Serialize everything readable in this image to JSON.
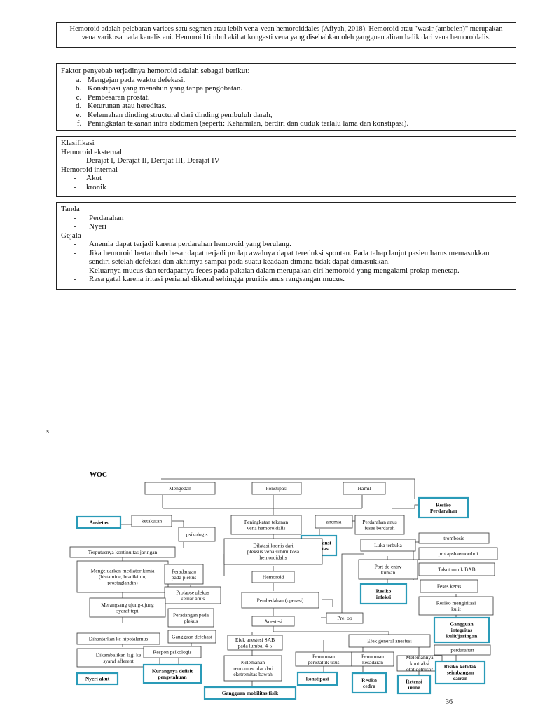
{
  "intro": {
    "text": "Hemoroid adalah pelebaran varices satu segmen atau lebih vena-vean hemoroiddales (Afiyah, 2018). Hemoroid atau \"wasir (ambeien)\" merupakan vena varikosa pada kanalis ani. Hemoroid timbul akibat kongesti vena yang disebabkan oleh gangguan aliran balik dari vena hemoroidalis."
  },
  "causes": {
    "heading": "Faktor penyebab terjadinya hemoroid adalah sebagai berikut:",
    "items": [
      "Mengejan pada waktu defekasi.",
      "Konstipasi yang menahun yang tanpa pengobatan.",
      "Pembesaran prostat.",
      "Keturunan atau hereditas.",
      "Kelemahan dinding structural dari dinding pembuluh darah,",
      "Peningkatan tekanan intra abdomen (seperti: Kehamilan, berdiri dan duduk terlalu lama dan konstipasi)."
    ]
  },
  "klasifikasi": {
    "heading": "Klasifikasi",
    "eksternal_label": "Hemoroid eksternal",
    "eksternal_items": [
      "Derajat I, Derajat II, Derajat III, Derajat IV"
    ],
    "internal_label": "Hemoroid internal",
    "internal_items": [
      "Akut",
      "kronik"
    ]
  },
  "tanda_gejala": {
    "tanda_label": "Tanda",
    "tanda_items": [
      "Perdarahan",
      "Nyeri"
    ],
    "gejala_label": "Gejala",
    "gejala_items": [
      "Anemia dapat terjadi karena perdarahan hemoroid yang berulang.",
      "Jika hemoroid bertambah besar dapat terjadi prolap awalnya dapat tereduksi spontan. Pada tahap lanjut pasien harus memasukkan sendiri setelah defekasi dan akhirnya sampai pada suatu keadaan dimana tidak dapat dimasukkan.",
      "Keluarnya mucus dan terdapatnya feces pada pakaian dalam merupakan ciri hemoroid yang mengalami prolap menetap.",
      "Rasa gatal karena iritasi perianal dikenal sehingga pruritis anus rangsangan mucus."
    ]
  },
  "stray_mark": "s",
  "woc": {
    "title": "WOC",
    "nodes": {
      "mengedan": [
        "Mengedan"
      ],
      "konstipasi": [
        "konstipasi"
      ],
      "hamil": [
        "Hamil"
      ],
      "resiko_perdarahan": [
        "Resiko",
        "Perdarahan"
      ],
      "ansietas": [
        "Ansietas"
      ],
      "ketakutan": [
        "ketakutan"
      ],
      "peningkatan": [
        "Peningkatan tekanan",
        "vena hemoroidalis"
      ],
      "anemia": [
        "anemia"
      ],
      "perdarahan_anus": [
        "Perdarahan anus",
        "feses berdarah"
      ],
      "psikologis": [
        "psikologis"
      ],
      "intoleransi": [
        "Intoleransi",
        "aktivitas"
      ],
      "terputusnya": [
        "Terputusnya kontinuitas jaringan"
      ],
      "dilatasi": [
        "Dilatasi kronis dari",
        "pleksus vena submukosa",
        "hemoroidalis"
      ],
      "luka_terbuka": [
        "Luka terbuka"
      ],
      "trombosis": [
        "trombosis"
      ],
      "prolapsha": [
        "prolapshaemorrhoi"
      ],
      "takut_bab": [
        "Takut untuk BAB"
      ],
      "mengeluarkan": [
        "Mengeluarkan mediator kimia",
        "(histamine, bradikinin,",
        "prostaglandin)"
      ],
      "peradangan_pleksus1": [
        "Peradangan",
        "pada plekus"
      ],
      "hemoroid": [
        "Hemoroid"
      ],
      "port_entry": [
        "Port de entry",
        "kuman"
      ],
      "resiko_infeksi": [
        "Resiko",
        "infeksi"
      ],
      "feses_keras": [
        "Feses keras"
      ],
      "prolapse": [
        "Prolapse plekus",
        "keluar anus"
      ],
      "pembedahan": [
        "Pembedahan (operasi)"
      ],
      "merangsang": [
        "Merangsang ujung-ujung",
        "syaraf tepi"
      ],
      "resiko_iritasi": [
        "Resiko mengiritasi",
        "kulit"
      ],
      "peradangan_pleksus2": [
        "Peradangan pada",
        "plekus"
      ],
      "anestesi": [
        "Anestesi"
      ],
      "pre_op": [
        "Pre. op"
      ],
      "gangguan_integritas": [
        "Gangguan",
        "integritas",
        "kulit/jaringan"
      ],
      "dihantarkan": [
        "Dihantarkan ke hipotalamus"
      ],
      "gangguan_defekasi": [
        "Gangguan defekasi"
      ],
      "efek_sab": [
        "Efek anestesi  SAB",
        "pada lumbal 4-5"
      ],
      "efek_general": [
        "Efek general anestesi"
      ],
      "perdarahan": [
        "perdarahan"
      ],
      "dikembalikan": [
        "Dikembalikan lagi ke",
        "syaraf afferent"
      ],
      "respon": [
        "Respon psikologis"
      ],
      "kelemahan": [
        "Kelemahan",
        "neuromuscular dari",
        "ekstremitas bawah"
      ],
      "penurunan_peristaltik": [
        "Penurunan",
        "peristaltik usus"
      ],
      "penurunan_kesadaran": [
        "Penurunan",
        "kesadaran"
      ],
      "melemahnya": [
        "Melemahnya",
        "kontraksi",
        "otot detrusor"
      ],
      "resiko_ketidak": [
        "Risiko ketidak",
        "seimbangan",
        "cairan"
      ],
      "nyeri_akut": [
        "Nyeri akut"
      ],
      "kurangnya": [
        "Kurangnya defisit",
        "pengetahuan"
      ],
      "konstipasi_dx": [
        "konstipasi"
      ],
      "resiko_cedra": [
        "Resiko",
        "cedra"
      ],
      "retensi_urine": [
        "Retensi",
        "urine"
      ],
      "gangguan_mobilitas": [
        "Gangguan  mobilitas fisik"
      ]
    }
  },
  "page_number": "36"
}
